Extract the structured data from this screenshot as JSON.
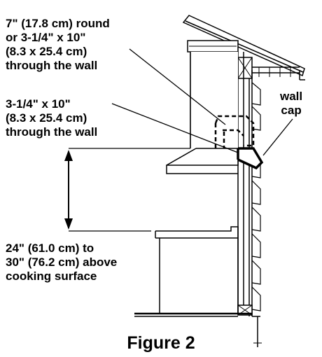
{
  "labels": {
    "top_callout": [
      "7\" (17.8 cm) round",
      "or 3-1/4\" x 10\"",
      "(8.3 x 25.4 cm)",
      "through the wall"
    ],
    "mid_callout": [
      "3-1/4\" x 10\"",
      "(8.3 x 25.4 cm)",
      "through the wall"
    ],
    "wall_cap": [
      "wall",
      "cap"
    ],
    "height_callout": [
      "24\" (61.0 cm) to",
      "30\" (76.2 cm) above",
      "cooking surface"
    ]
  },
  "caption": "Figure 2"
}
